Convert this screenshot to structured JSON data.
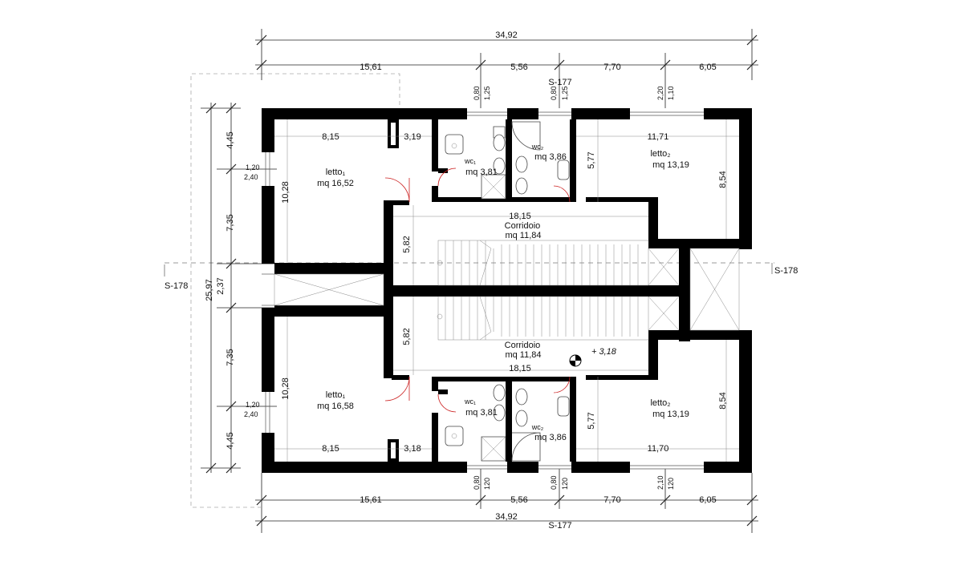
{
  "overall": {
    "width_top": "34,92",
    "width_bottom": "34,92",
    "height": "25,97"
  },
  "top_segments": [
    "15,61",
    "5,56",
    "7,70",
    "6,05"
  ],
  "bottom_segments": [
    "15,61",
    "5,56",
    "7,70",
    "6,05"
  ],
  "section_marks": {
    "top": "S-177",
    "bottom": "S-177",
    "left": "S-178",
    "right": "S-178"
  },
  "left_dims": [
    "4,45",
    "7,35",
    "2,37",
    "7,35",
    "4,45"
  ],
  "left_window_top": {
    "a": "1,20",
    "b": "2,40"
  },
  "left_window_bottom": {
    "a": "1,20",
    "b": "2,40"
  },
  "window_marks_top": [
    {
      "a": "0,80",
      "b": "1,25"
    },
    {
      "a": "0,80",
      "b": "1,25"
    },
    {
      "a": "2,20",
      "b": "1,10"
    }
  ],
  "window_marks_bottom": [
    {
      "a": "0,80",
      "b": "120"
    },
    {
      "a": "0,80",
      "b": "120"
    },
    {
      "a": "2,10",
      "b": "120"
    }
  ],
  "rooms": {
    "letto1_top": {
      "name": "letto₁",
      "area": "mq 16,52",
      "w": "8,15",
      "h": "10,28"
    },
    "letto1_bottom": {
      "name": "letto₁",
      "area": "mq 16,58",
      "w": "8,15",
      "h": "10,28"
    },
    "wc1_top": {
      "name": "wc₁",
      "area": "mq 3,81",
      "w": "3,19"
    },
    "wc1_bottom": {
      "name": "wc₁",
      "area": "mq 3,81",
      "w": "3,18"
    },
    "wc2_top": {
      "name": "wc₂",
      "area": "mq 3,86"
    },
    "wc2_bottom": {
      "name": "wc₂",
      "area": "mq 3,86"
    },
    "letto2_top": {
      "name": "letto₂",
      "area": "mq 13,19",
      "w": "11,71",
      "h": "8,54",
      "h2": "5,77"
    },
    "letto2_bottom": {
      "name": "letto₂",
      "area": "mq 13,19",
      "w": "11,70",
      "h": "8,54",
      "h2": "5,77"
    },
    "corr_top": {
      "name": "Corridoio",
      "area": "mq 11,84",
      "w": "18,15",
      "h": "5,82"
    },
    "corr_bottom": {
      "name": "Corridoio",
      "area": "mq 11,84",
      "w": "18,15",
      "h": "5,82"
    }
  },
  "level": "+ 3,18"
}
